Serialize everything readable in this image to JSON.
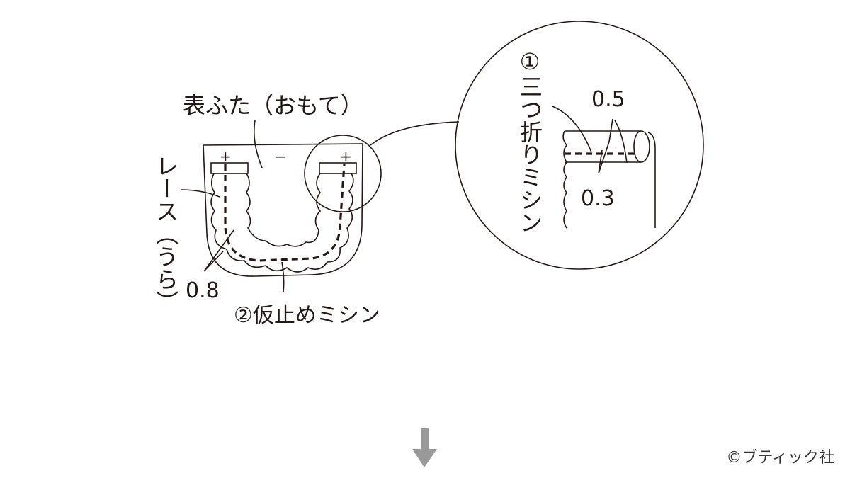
{
  "diagram": {
    "labels": {
      "front_lid": "表ふた（おもて）",
      "lace": "レース（うら）",
      "step2": "②仮止めミシン",
      "step1": "①三つ折りミシン",
      "dim_08": "0.8",
      "dim_05": "0.5",
      "dim_03": "0.3",
      "plus": "+",
      "minus": "−"
    },
    "arrow": {
      "icon": "down-arrow-icon",
      "color": "#999999"
    },
    "copyright": "©ブティック社",
    "colors": {
      "line": "#231815",
      "background": "#ffffff"
    }
  }
}
